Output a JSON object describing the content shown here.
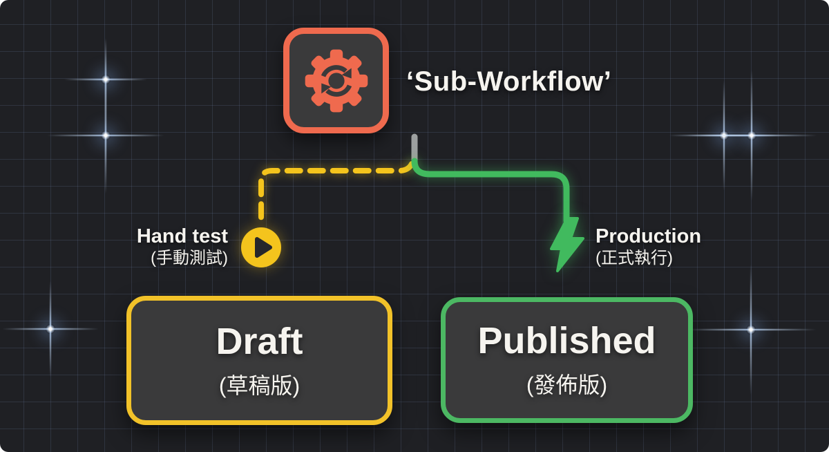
{
  "workflow": {
    "title": "‘Sub-Workflow’",
    "icon": "sync-gear-icon"
  },
  "branches": {
    "hand_test": {
      "label": "Hand test",
      "sublabel": "(手動測試)",
      "icon": "play-icon",
      "line_style": "dashed",
      "color": "#f4c41d",
      "target": "draft"
    },
    "production": {
      "label": "Production",
      "sublabel": "(正式執行)",
      "icon": "lightning-icon",
      "line_style": "solid",
      "color": "#41ba5e",
      "target": "published"
    }
  },
  "nodes": {
    "draft": {
      "label": "Draft",
      "sublabel": "(草稿版)",
      "border_color": "#f2c229"
    },
    "published": {
      "label": "Published",
      "sublabel": "(發佈版)",
      "border_color": "#4cb863"
    }
  },
  "colors": {
    "background": "#1f2024",
    "grid_line": "#4b587c",
    "accent_orange": "#ef6a4e",
    "accent_yellow": "#f4c41d",
    "accent_green": "#41ba5e",
    "node_fill": "#3a3a3b",
    "stub_gray": "#9da0a0",
    "text": "#f6f4ef"
  }
}
